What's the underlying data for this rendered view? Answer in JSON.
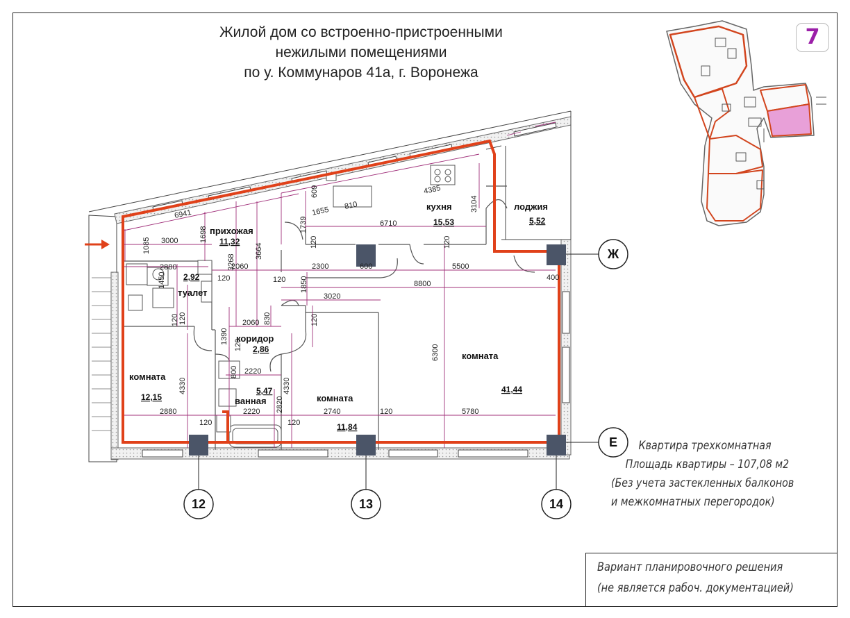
{
  "title": {
    "line1": "Жилой дом со встроенно-пристроенными",
    "line2": "нежилыми помещениями",
    "line3": "по у. Коммунаров 41а, г. Воронежа"
  },
  "section_badge": "7",
  "apartment": {
    "type": "Квартира трехкомнатная",
    "area": "Площадь квартиры – 107,08 м2",
    "note1": "(Без учета застекленных балконов",
    "note2": "и межкомнатных перегородок)"
  },
  "disclaimer": {
    "line1": "Вариант планировочного решения",
    "line2": "(не является рабоч. документацией)"
  },
  "axes": {
    "zh": "Ж",
    "e": "Е",
    "a12": "12",
    "a13": "13",
    "a14": "14"
  },
  "rooms": {
    "hall": {
      "name": "прихожая",
      "area": "11,32"
    },
    "kitchen": {
      "name": "кухня",
      "area": "15,53"
    },
    "loggia": {
      "name": "лоджия",
      "area": "5,52"
    },
    "toilet": {
      "name": "туалет",
      "area": "2,92"
    },
    "corridor": {
      "name": "коридор",
      "area": "2,86"
    },
    "bath": {
      "name": "ванная",
      "area": "5,47"
    },
    "room_left": {
      "name": "комната",
      "area": "12,15"
    },
    "room_mid": {
      "name": "комната",
      "area": "11,84"
    },
    "room_big": {
      "name": "комната",
      "area": "41,44"
    }
  },
  "dimensions": {
    "d6941": "6941",
    "d3000": "3000",
    "d1085": "1085",
    "d1698": "1698",
    "d3268": "3268",
    "d3664": "3664",
    "d1739": "1739",
    "d609": "609",
    "d1655": "1655",
    "d810": "810",
    "d4385": "4385",
    "d3104": "3104",
    "d6710": "6710",
    "d2060a": "2060",
    "d2300": "2300",
    "d600": "600",
    "d5500": "5500",
    "d400": "400",
    "d8800": "8800",
    "d2880a": "2880",
    "d1450": "1450",
    "d120a": "120",
    "d120b": "120",
    "d1850": "1850",
    "d3020": "3020",
    "d120c": "120",
    "d120d": "120",
    "d120e": "120",
    "d2060b": "2060",
    "d830": "830",
    "d1390": "1390",
    "d120f": "120",
    "d6300": "6300",
    "d2220a": "2220",
    "d800": "800",
    "d4330a": "4330",
    "d4330b": "4330",
    "d2820": "2820",
    "d2880b": "2880",
    "d2220b": "2220",
    "d2740": "2740",
    "d120g": "120",
    "d5780": "5780",
    "d120h": "120",
    "d120i": "120",
    "d120j": "120",
    "d120k": "120"
  },
  "colors": {
    "outline": "#e0411a",
    "dimension": "#a0307a",
    "column": "#4b5568",
    "highlight": "#e8a0d8",
    "badge": "#9b1fa8"
  }
}
